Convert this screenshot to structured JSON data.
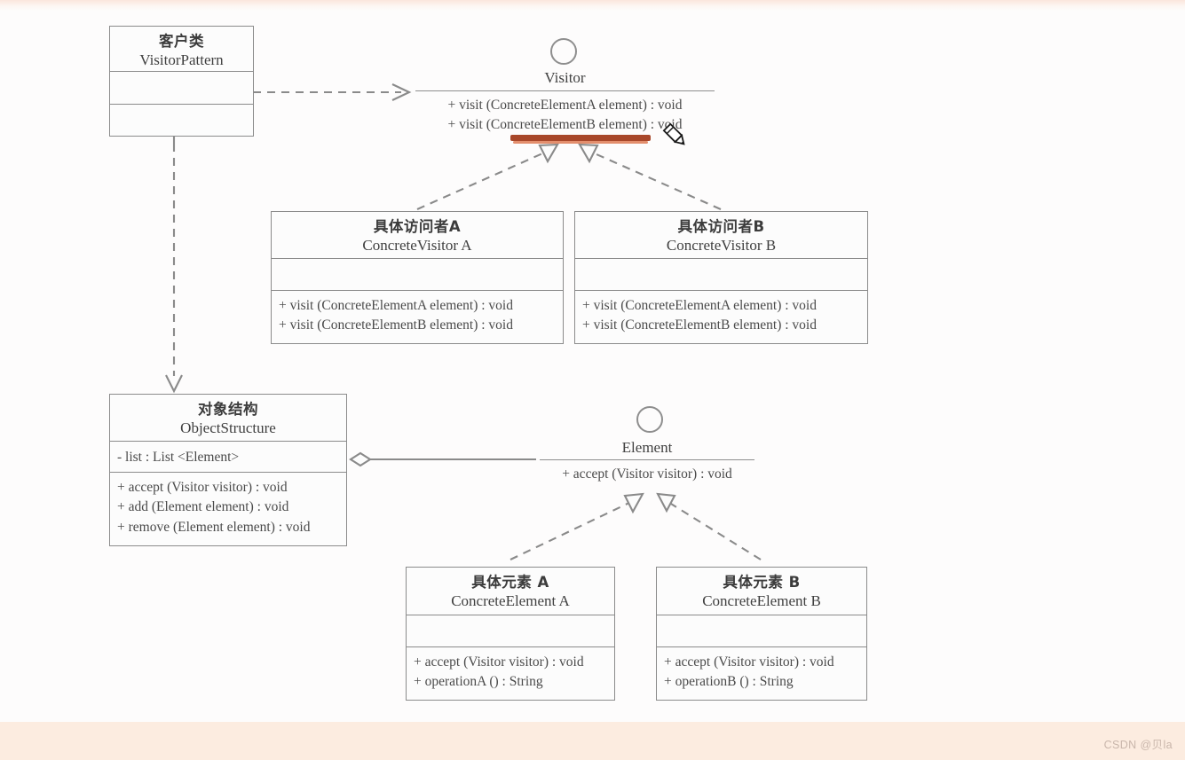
{
  "diagram": {
    "title": "Visitor Pattern UML class diagram",
    "colors": {
      "box_border": "#8b8b8b",
      "box_fill": "#fcfcfc",
      "text": "#3f3f3f",
      "link": "#8a8a8a",
      "highlight": "#a8472a",
      "band": "#fcece0",
      "watermark": "#c9b6ab"
    },
    "classes": {
      "client": {
        "cn": "客户类",
        "en": "VisitorPattern",
        "attributes": [],
        "methods": []
      },
      "concrete_visitor_a": {
        "cn": "具体访问者A",
        "en": "ConcreteVisitor A",
        "attributes": [],
        "methods": [
          "+ visit (ConcreteElementA element) : void",
          "+ visit (ConcreteElementB element) : void"
        ]
      },
      "concrete_visitor_b": {
        "cn": "具体访问者B",
        "en": "ConcreteVisitor B",
        "attributes": [],
        "methods": [
          "+ visit (ConcreteElementA element) : void",
          "+ visit (ConcreteElementB element) : void"
        ]
      },
      "object_structure": {
        "cn": "对象结构",
        "en": "ObjectStructure",
        "attributes": [
          "- list : List <Element>"
        ],
        "methods": [
          "+ accept (Visitor visitor) : void",
          "+ add (Element element) : void",
          "+ remove (Element element) : void"
        ]
      },
      "concrete_element_a": {
        "cn": "具体元素 A",
        "en": "ConcreteElement A",
        "attributes": [],
        "methods": [
          "+ accept (Visitor visitor) : void",
          "+ operationA () : String"
        ]
      },
      "concrete_element_b": {
        "cn": "具体元素 B",
        "en": "ConcreteElement B",
        "attributes": [],
        "methods": [
          "+ accept (Visitor visitor) : void",
          "+ operationB () : String"
        ]
      }
    },
    "interfaces": {
      "visitor": {
        "name": "Visitor",
        "methods": [
          "+ visit (ConcreteElementA element) : void",
          "+ visit (ConcreteElementB element) : void"
        ]
      },
      "element": {
        "name": "Element",
        "methods": [
          "+ accept (Visitor visitor) : void"
        ]
      }
    },
    "relations": [
      {
        "from": "client",
        "to": "visitor",
        "type": "dependency"
      },
      {
        "from": "client",
        "to": "object_structure",
        "type": "dependency"
      },
      {
        "from": "concrete_visitor_a",
        "to": "visitor",
        "type": "realization"
      },
      {
        "from": "concrete_visitor_b",
        "to": "visitor",
        "type": "realization"
      },
      {
        "from": "object_structure",
        "to": "element",
        "type": "aggregation"
      },
      {
        "from": "concrete_element_a",
        "to": "element",
        "type": "realization"
      },
      {
        "from": "concrete_element_b",
        "to": "element",
        "type": "realization"
      }
    ],
    "annotation": {
      "kind": "highlighter-stroke",
      "color": "#a8472a",
      "target": "visitor-interface-methods"
    },
    "cursor": {
      "kind": "pen-tool"
    }
  },
  "watermark": "CSDN @贝la"
}
